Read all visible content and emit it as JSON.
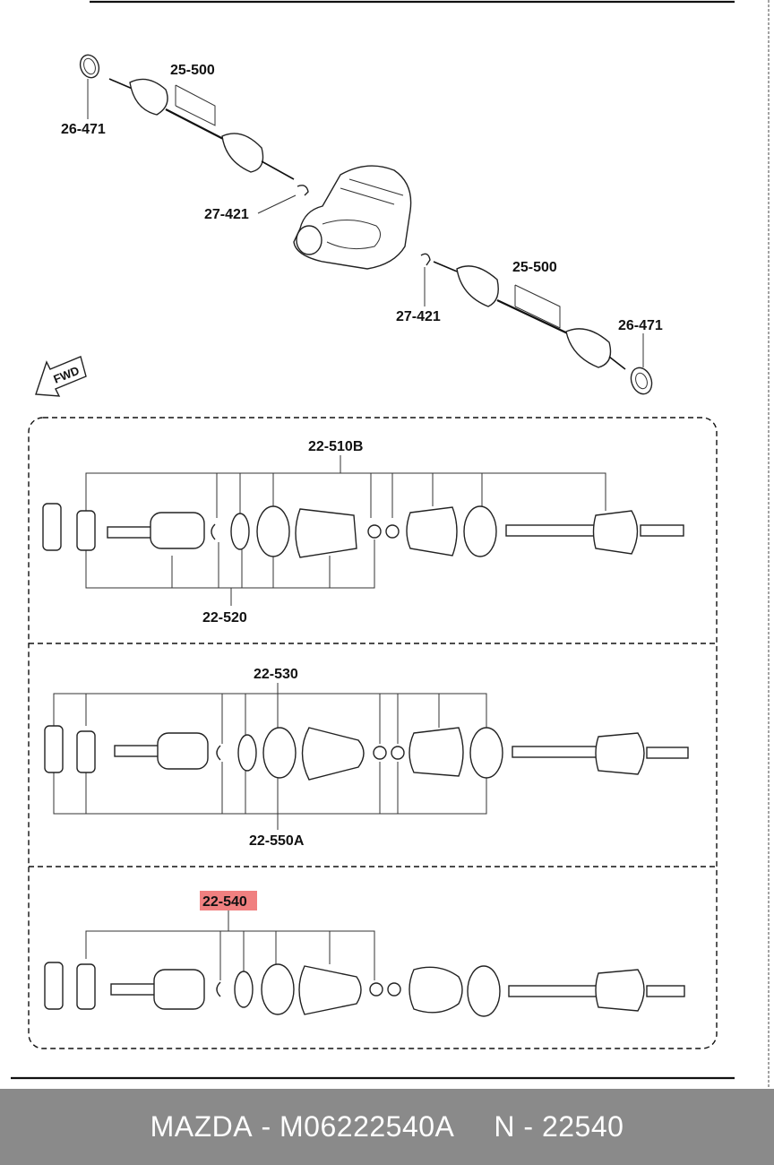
{
  "diagram": {
    "callouts": {
      "seal_left": "26-471",
      "shaft_upper": "25-500",
      "clip_left": "27-421",
      "clip_right": "27-421",
      "shaft_right": "25-500",
      "seal_right": "26-471",
      "kit_510b": "22-510B",
      "kit_520": "22-520",
      "kit_530": "22-530",
      "kit_550a": "22-550A",
      "kit_540": "22-540"
    },
    "direction_arrow": "FWD",
    "highlight_color": "#f08080"
  },
  "footer": {
    "brand": "MAZDA",
    "sep1": "-",
    "part_number": "M06222540A",
    "code_prefix": "N",
    "sep2": "-",
    "code": "22540"
  }
}
